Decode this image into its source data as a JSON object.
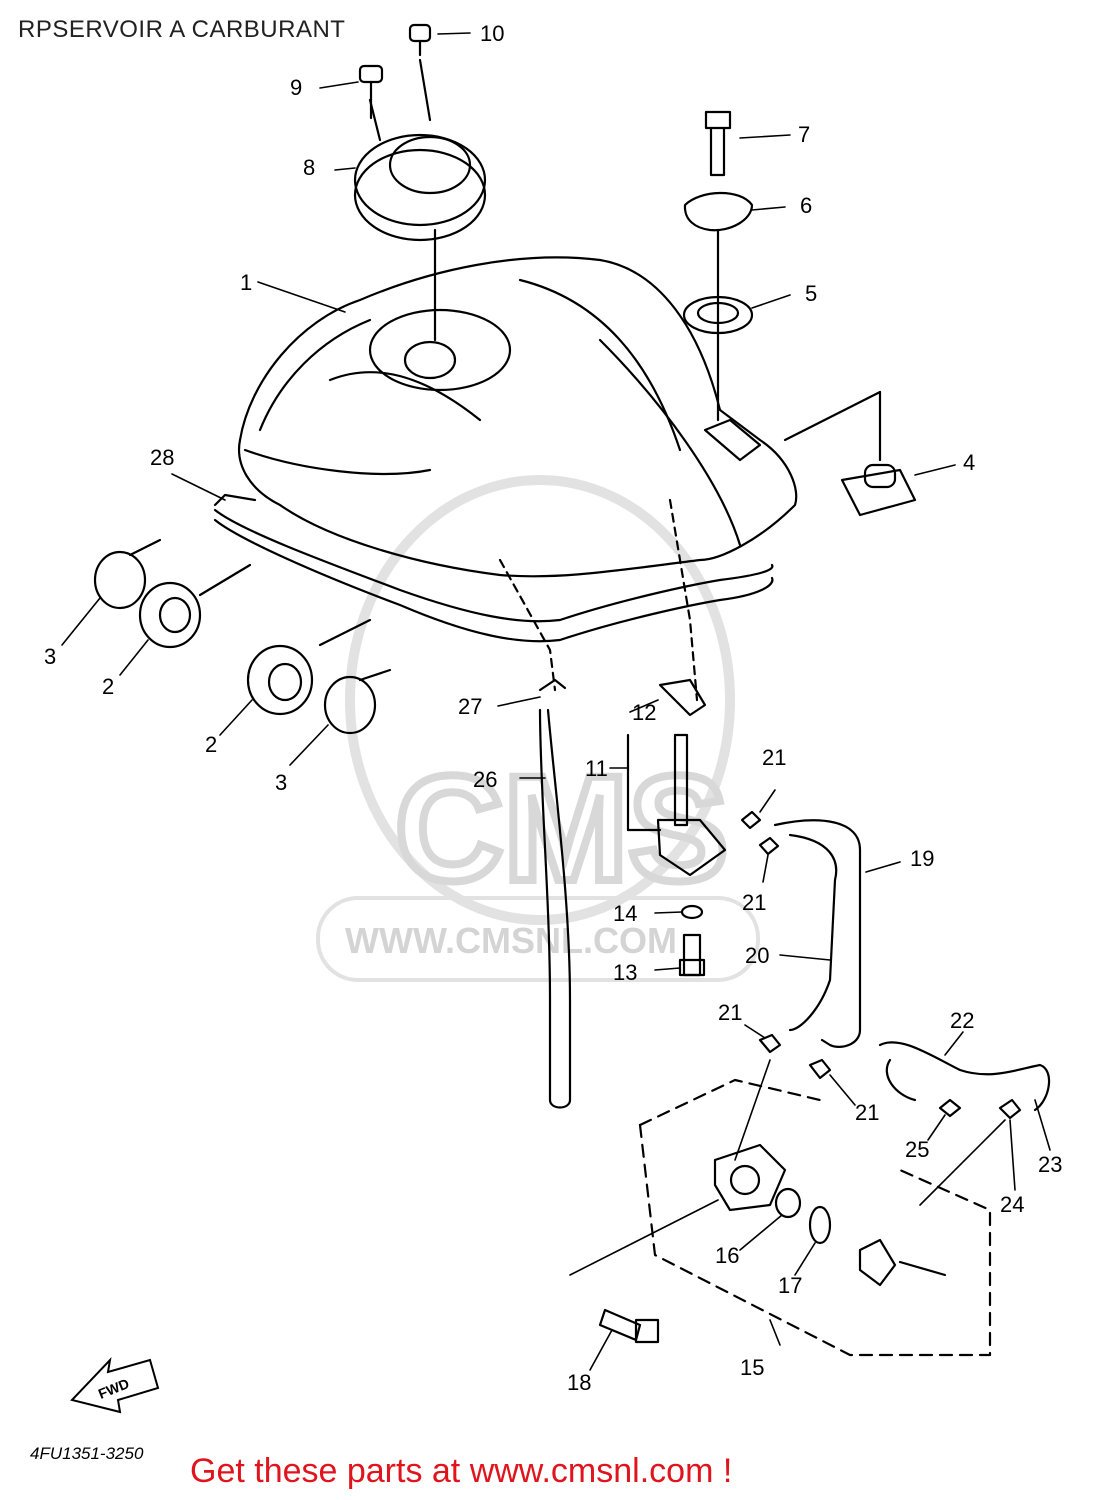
{
  "header": {
    "title": "RPSERVOIR A CARBURANT"
  },
  "footer": {
    "doc_code": "4FU1351-3250",
    "promo": "Get these parts at www.cmsnl.com !"
  },
  "watermark": {
    "logo": "CMS",
    "url": "WWW.CMSNL.COM"
  },
  "callouts": {
    "c1": "1",
    "c2a": "2",
    "c2b": "2",
    "c3a": "3",
    "c3b": "3",
    "c4": "4",
    "c5": "5",
    "c6": "6",
    "c7": "7",
    "c8": "8",
    "c9": "9",
    "c10": "10",
    "c11": "11",
    "c12": "12",
    "c13": "13",
    "c14": "14",
    "c15": "15",
    "c16": "16",
    "c17": "17",
    "c18": "18",
    "c19": "19",
    "c20": "20",
    "c21a": "21",
    "c21b": "21",
    "c21c": "21",
    "c21d": "21",
    "c22": "22",
    "c23": "23",
    "c24": "24",
    "c25": "25",
    "c26": "26",
    "c27": "27",
    "c28": "28"
  },
  "fwd_label": "FWD",
  "colors": {
    "line": "#000000",
    "promo": "#e0141c",
    "watermark": "#d4d4d4"
  }
}
